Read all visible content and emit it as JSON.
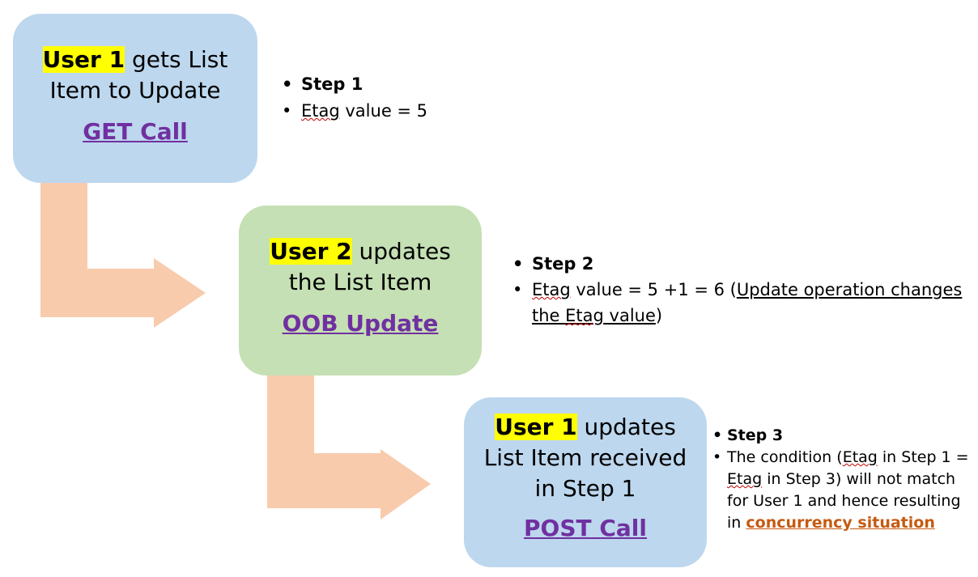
{
  "colors": {
    "box_blue": "#bdd7ee",
    "box_green": "#c5e0b4",
    "arrow": "#f8cbad",
    "highlight": "#ffff00",
    "call_link": "#7030a0",
    "concurrency_link": "#c55a11"
  },
  "box1": {
    "user": "User 1",
    "line1_rest": " gets List",
    "line2": "Item to Update",
    "call": "GET Call"
  },
  "box2": {
    "user": "User 2",
    "line1_rest": " updates",
    "line2": "the List Item",
    "call": "OOB Update"
  },
  "box3": {
    "user": "User 1",
    "line1_rest": " updates",
    "line2": "List Item received",
    "line3": "in Step 1",
    "call": "POST Call"
  },
  "notes1": {
    "step": "Step 1",
    "etag_word": "Etag",
    "etag_rest": " value = 5"
  },
  "notes2": {
    "step": "Step 2",
    "etag_word": "Etag",
    "value_text": " value = 5 +1 = 6 (",
    "underlined_part1": "Update operation changes the ",
    "underlined_etag": "Etag",
    "underlined_part2": " value",
    "closing": ")"
  },
  "notes3": {
    "step": "Step 3",
    "text_a": "The condition (",
    "etag_word_a": "Etag",
    "text_b": " in Step 1 = ",
    "etag_word_b": "Etag",
    "text_c": " in Step 3) will not match for User 1 and hence resulting in ",
    "concurrency": "concurrency situation"
  }
}
